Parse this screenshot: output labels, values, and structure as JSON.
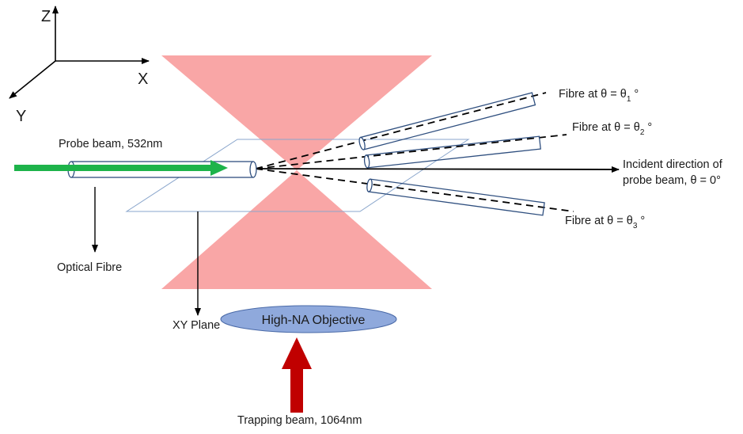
{
  "axes": {
    "z": "Z",
    "x": "X",
    "y": "Y"
  },
  "labels": {
    "probe_beam": "Probe beam, 532nm",
    "optical_fibre": "Optical Fibre",
    "xy_plane": "XY Plane",
    "objective": "High-NA Objective",
    "trapping_beam": "Trapping beam, 1064nm",
    "incident_line1": "Incident direction of",
    "incident_line2": "probe beam, θ = 0°"
  },
  "fibres": [
    {
      "prefix": "Fibre at θ = θ",
      "sub": "1",
      "suffix": " °"
    },
    {
      "prefix": "Fibre at θ = θ",
      "sub": "2",
      "suffix": " °"
    },
    {
      "prefix": "Fibre at θ = θ",
      "sub": "3",
      "suffix": " °"
    }
  ],
  "colors": {
    "trap_cone": "#f9a6a6",
    "probe_arrow": "#1db34a",
    "trap_arrow": "#c00000",
    "objective_fill": "#8fa9dc",
    "plane": "#8aa6cc",
    "fibre_outline": "#2f4f7f"
  }
}
